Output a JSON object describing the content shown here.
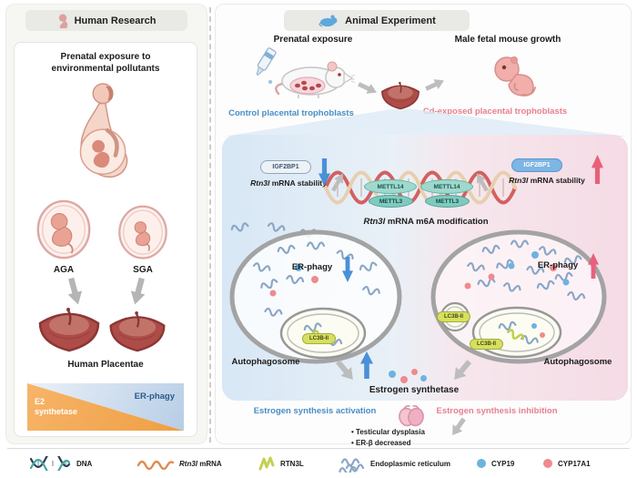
{
  "genes": {
    "rtn3l": "Rtn3l"
  },
  "left_panel": {
    "title": "Human Research",
    "exposure_line1": "Prenatal exposure to",
    "exposure_line2": "environmental pollutants",
    "aga": "AGA",
    "sga": "SGA",
    "placentae": "Human Placentae",
    "e2_line1": "E2",
    "e2_line2": "synthetase",
    "erphagy": "ER-phagy"
  },
  "right_panel": {
    "title": "Animal Experiment",
    "prenatal_exposure": "Prenatal exposure",
    "male_fetal": "Male fetal mouse growth",
    "control_label": "Control placental trophoblasts",
    "cd_label": "Cd-exposed placental trophoblasts",
    "igf2bp1": "IGF2BP1",
    "stability_rest": " mRNA stability",
    "mettl14": "METTL14",
    "mettl3": "METTL3",
    "m6a_rest": " mRNA m6A modification",
    "erphagy": "ER-phagy",
    "autophagosome": "Autophagosome",
    "lc3b": "LC3B-II",
    "estrogen_synthetase": "Estrogen synthetase",
    "activation": "Estrogen synthesis activation",
    "inhibition": "Estrogen synthesis inhibition",
    "bullet1": "Testicular dysplasia",
    "bullet2": "ER-β decreased"
  },
  "legend": {
    "dna": "DNA",
    "mrna_rest": " mRNA",
    "rtn3l": "RTN3L",
    "er": "Endoplasmic reticulum",
    "cyp19": "CYP19",
    "cyp17a1": "CYP17A1"
  },
  "colors": {
    "control_blue": "#4a8ec6",
    "cd_pink": "#e8808f",
    "cyp19_blue": "#6db3e0",
    "cyp17a1_red": "#ef8a8e",
    "e2_orange": "#f0a14c",
    "erphagy_triangle_blue": "#b7cde6",
    "arrow_blue": "#4a90d9",
    "arrow_red": "#e8607a"
  },
  "icons": [
    "fetus-icon",
    "mouse-icon",
    "dropper-icon",
    "rat-illustration",
    "center-placenta-illustration",
    "fetal-mouse-illustration",
    "pregnant-woman-illustration",
    "dna-helix",
    "testis-illustration"
  ]
}
